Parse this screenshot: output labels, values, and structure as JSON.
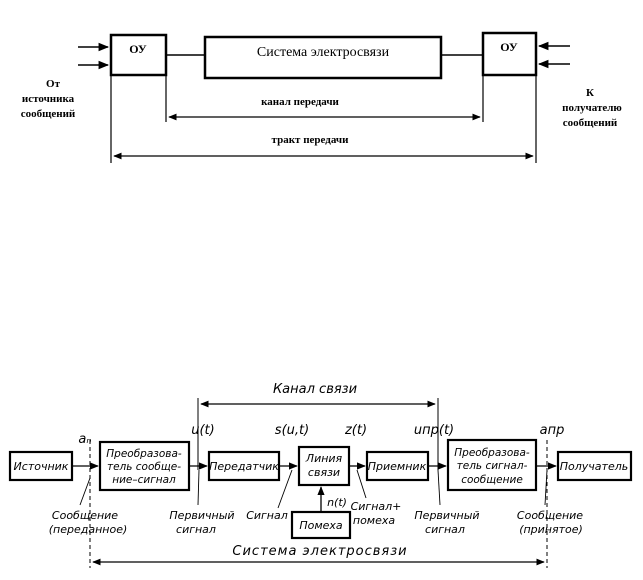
{
  "top_diagram": {
    "ou_left": "ОУ",
    "system": "Система электросвязи",
    "ou_right": "ОУ",
    "source_line1": "От",
    "source_line2": "источника",
    "source_line3": "сообщений",
    "receiver_line1": "К",
    "receiver_line2": "получателю",
    "receiver_line3": "сообщений",
    "channel": "канал передачи",
    "path": "тракт передачи"
  },
  "bottom_diagram": {
    "channel_label": "Канал связи",
    "system_label": "Система электросвязи",
    "blocks": {
      "source": "Источник",
      "conv1_line1": "Преобразова-",
      "conv1_line2": "тель сообще-",
      "conv1_line3": "ние–сигнал",
      "transmitter": "Передатчик",
      "line_line1": "Линия",
      "line_line2": "связи",
      "noise": "Помеха",
      "receiver": "Приемник",
      "conv2_line1": "Преобразова-",
      "conv2_line2": "тель сигнал-",
      "conv2_line3": "сообщение",
      "recipient": "Получатель"
    },
    "symbols": {
      "a_n": "aₙ",
      "u_t": "u(t)",
      "s_ut": "s(u,t)",
      "z_t": "z(t)",
      "u_pr": "uпр(t)",
      "a_pr": "aпр",
      "n_t": "n(t)"
    },
    "notes": {
      "msg_sent_1": "Сообщение",
      "msg_sent_2": "(переданное)",
      "primary1_1": "Первичный",
      "primary1_2": "сигнал",
      "signal": "Сигнал",
      "sig_noise_1": "Сигнал+",
      "sig_noise_2": "помеха",
      "primary2_1": "Первичный",
      "primary2_2": "сигнал",
      "msg_recv_1": "Сообщение",
      "msg_recv_2": "(принятое)"
    }
  }
}
